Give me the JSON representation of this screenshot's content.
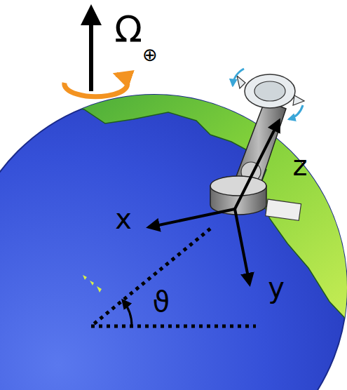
{
  "diagram": {
    "labels": [
      "Ω",
      "⊕",
      "z",
      "x",
      "y",
      "ϑ"
    ]
  }
}
